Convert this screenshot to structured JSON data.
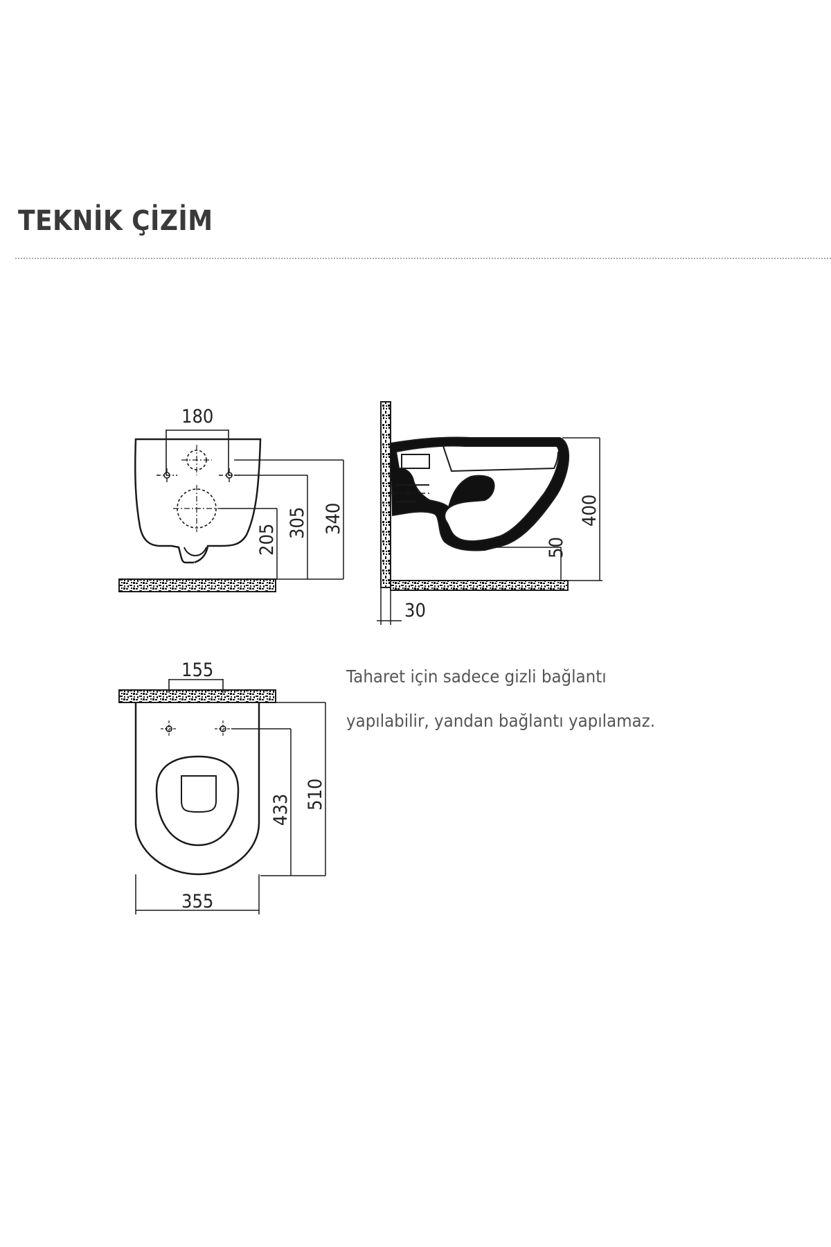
{
  "header": {
    "title": "TEKNİK ÇİZİM"
  },
  "dimensions": {
    "front_top_spacing": "180",
    "front_h_205": "205",
    "front_h_305": "305",
    "front_h_340": "340",
    "side_h_400": "400",
    "side_h_50": "50",
    "side_wall_30": "30",
    "top_spacing": "155",
    "top_len_433": "433",
    "top_len_510": "510",
    "top_width": "355"
  },
  "note": {
    "line1": "Taharet için sadece gizli bağlantı",
    "line2": "yapılabilir, yandan bağlantı yapılamaz."
  },
  "colors": {
    "line": "#1a1a1a",
    "text": "#555555",
    "title": "#3a3a3a"
  }
}
